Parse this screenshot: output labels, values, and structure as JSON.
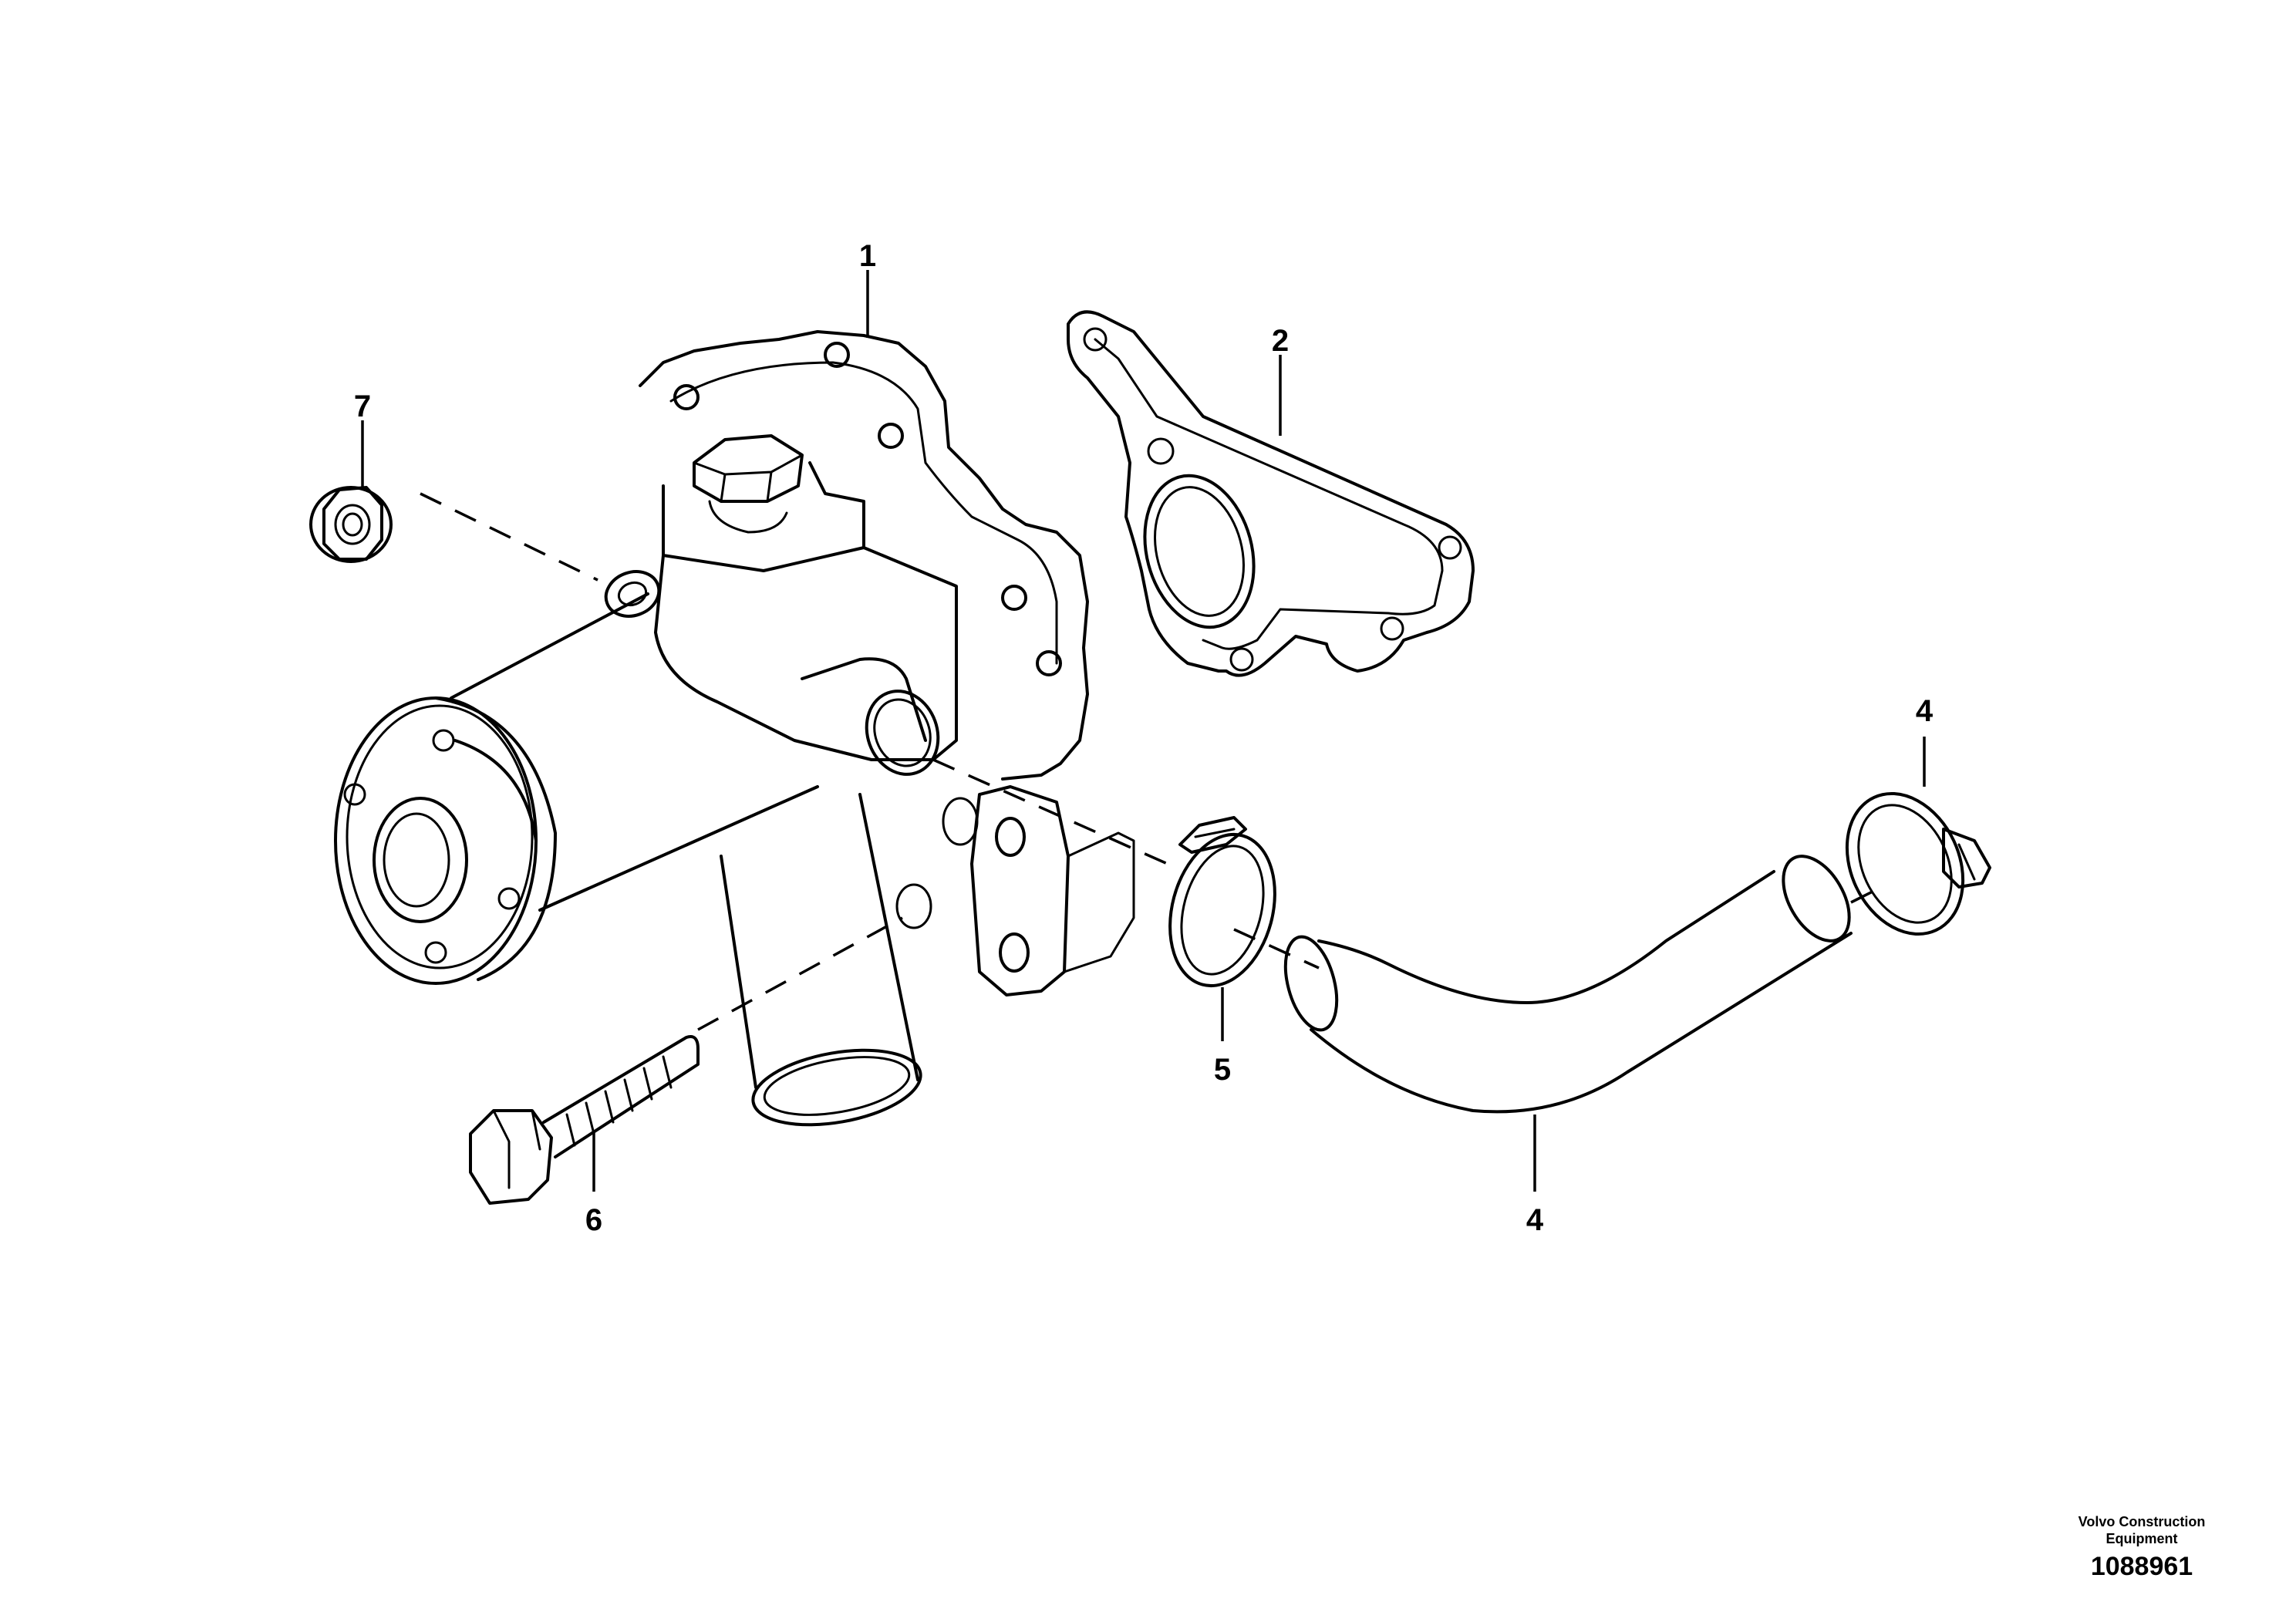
{
  "callouts": {
    "c1": "1",
    "c2": "2",
    "c4a": "4",
    "c4b": "4",
    "c5": "5",
    "c6": "6",
    "c7": "7"
  },
  "footer": {
    "brand_line1": "Volvo Construction",
    "brand_line2": "Equipment",
    "drawing_number": "1088961"
  }
}
